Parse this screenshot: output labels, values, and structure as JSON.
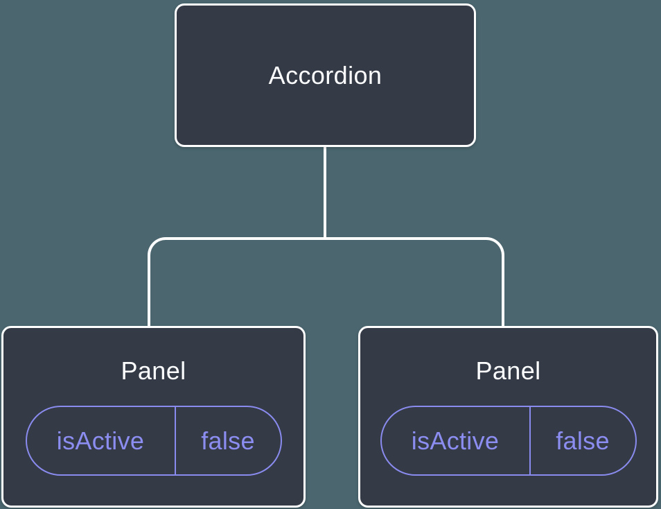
{
  "colors": {
    "background": "#4b666f",
    "node_fill": "#343a46",
    "node_border": "#ffffff",
    "connector": "#ffffff",
    "text": "#fcfdfe",
    "state_accent": "#8a8bee",
    "state_text": "#8c8df0"
  },
  "tree": {
    "root": {
      "label": "Accordion"
    },
    "children": [
      {
        "label": "Panel",
        "state": {
          "key": "isActive",
          "value": "false"
        }
      },
      {
        "label": "Panel",
        "state": {
          "key": "isActive",
          "value": "false"
        }
      }
    ]
  }
}
